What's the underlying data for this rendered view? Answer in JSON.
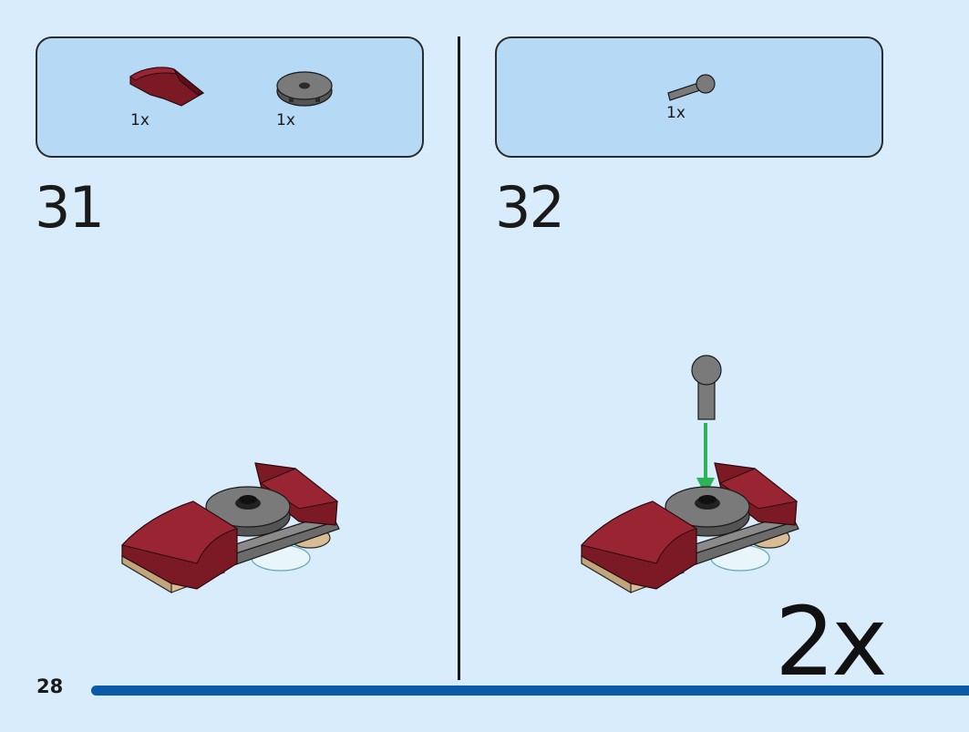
{
  "page_number": "28",
  "progress_percent": 100,
  "steps": [
    {
      "number": "31",
      "parts": [
        {
          "icon": "dark-red-curved-slope-icon",
          "qty": "1x"
        },
        {
          "icon": "dark-gray-round-tile-icon",
          "qty": "1x"
        }
      ]
    },
    {
      "number": "32",
      "parts": [
        {
          "icon": "gray-ball-bar-icon",
          "qty": "1x"
        }
      ],
      "multiplier": "2x"
    }
  ],
  "colors": {
    "background": "#d8ecfb",
    "parts_box": "#b6d9f5",
    "dark_red": "#7b1a25",
    "dark_gray": "#6b6b6b",
    "tan": "#d9bc93",
    "arrow_green": "#2db35a",
    "progress_bar": "#0b5aa8"
  }
}
